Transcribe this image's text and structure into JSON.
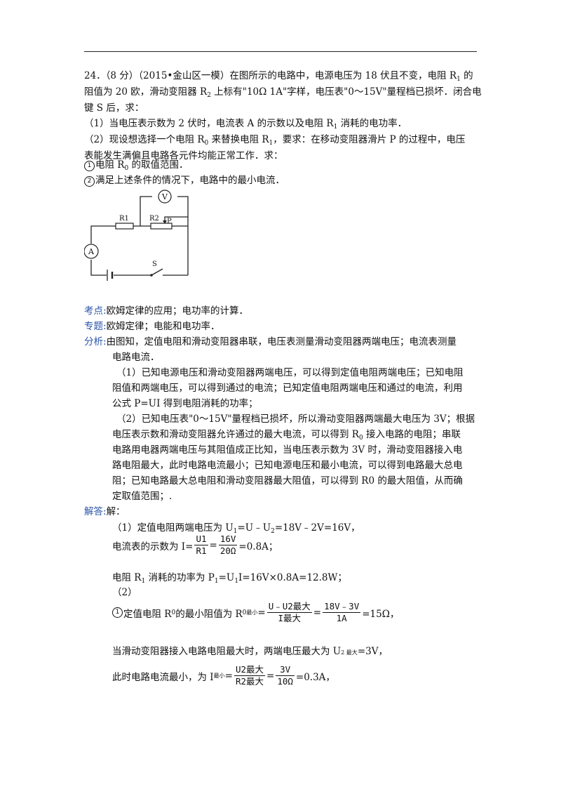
{
  "problem": {
    "header": "24．（8 分）（2015•金山区一模）在图所示的电路中，电源电压为 18 伏且不变，电阻 R",
    "header_tail": " 的",
    "line2": "阻值为 20 欧，滑动变阻器 R",
    "line2_tail": " 上标有\"10Ω 1A\"字样，电压表\"0～15V\"量程档已损坏．闭合电",
    "line3": "键 S 后，求：",
    "q1": "（1）当电压表示数为 2 伏时，电流表 A 的示数以及电阻 R",
    "q1_tail": " 消耗的电功率．",
    "q2a": "（2）现设想选择一个电阻 R",
    "q2a_mid": " 来替换电阻 R",
    "q2a_tail": "，要求：在移动变阻器滑片 P 的过程中，电压",
    "q2b": "表能发生满偏且电路各元件均能正常工作．求：",
    "q2_1": "电阻 R",
    "q2_1_tail": " 的取值范围．",
    "q2_2": "满足上述条件的情况下，电路中的最小电流．"
  },
  "circuit": {
    "voltmeter": "V",
    "ammeter": "A",
    "r1": "R1",
    "r2": "R2",
    "slider": "P",
    "switch": "S"
  },
  "labels": {
    "kaodian": "考点:",
    "zhuanti": "专题:",
    "fenxi": "分析:",
    "jieda": "解答:",
    "circled1": "1",
    "circled2": "2"
  },
  "kaodian_text": "欧姆定律的应用；电功率的计算．",
  "zhuanti_text": "欧姆定律；电能和电功率．",
  "analysis": {
    "l1": "由图知，定值电阻和滑动变阻器串联，电压表测量滑动变阻器两端电压；电流表测量",
    "l2": "电路电流．",
    "l3": "（1）已知电源电压和滑动变阻器两端电压，可以得到定值电阻两端电压；已知电阻",
    "l4": "阻值和两端电压，可以得到通过的电流；已知定值电阻两端电压和通过的电流，利用",
    "l5": "公式 P=UI 得到电阻消耗的功率；",
    "l6": "（2）已知电压表\"0～15V\"量程档已损坏，所以滑动变阻器两端最大电压为 3V；根据",
    "l7a": "电压表示数和滑动变阻器允许通过的最大电流，可以得到 R",
    "l7b": " 接入电路的电阻；串联",
    "l8": "电路用电器两端电压与其阻值成正比知，当电压表示数为 3V 时，滑动变阻器接入电",
    "l9": "路电阻最大，此时电路电流最小；已知电源电压和最小电流，可以得到电路最大总电",
    "l10": "阻；已知电路最大总电阻和滑动变阻器最大阻值，可以得到 R0 的最大阻值，从而确",
    "l11": "定取值范围；."
  },
  "solution": {
    "jie": "解：",
    "s1": "（1）定值电阻两端电压为 U",
    "s1_b": "=U﹣U",
    "s1_c": "=18V﹣2V=16V，",
    "s2_pre": "电流表的示数为 I=",
    "f1_num": "U1",
    "f1_den": "R1",
    "f2_num": "16V",
    "f2_den": "20Ω",
    "s2_post": "=0.8A；",
    "s3": "电阻 R",
    "s3_b": " 消耗的功率为 P",
    "s3_c": "=U",
    "s3_d": "I=16V×0.8A=12.8W；",
    "s4": "（2）",
    "s5_pre": "定值电阻 R",
    "s5_mid": " 的最小阻值为 R",
    "s5_sub": "最小",
    "f3_num": "U﹣U2最大",
    "f3_den": "I最大",
    "f4_num": "18V﹣3V",
    "f4_den": "1A",
    "s5_post": "=15Ω，",
    "s6": "当滑动变阻器接入电路电阻最大时，两端电压最大为 U",
    "s6_sub": "2 最大",
    "s6_post": "=3V，",
    "s7_pre": "此时电路电流最小，为 I",
    "s7_sub": "最小",
    "f5_num": "U2最大",
    "f5_den": "R2最大",
    "f6_num": "3V",
    "f6_den": "10Ω",
    "s7_post": "=0.3A，"
  },
  "subs": {
    "one": "1",
    "two": "2",
    "zero": "0"
  }
}
